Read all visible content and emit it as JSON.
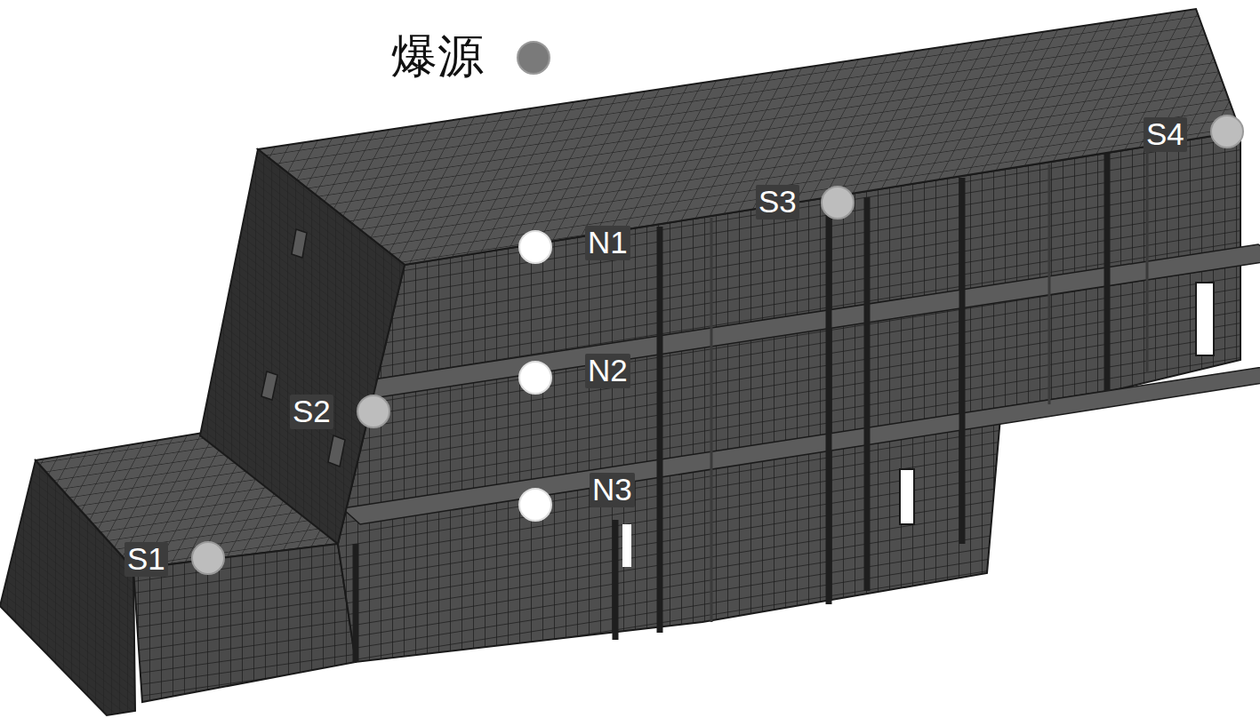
{
  "diagram": {
    "labels": [
      "爆源",
      "N1",
      "S3",
      "S4",
      "N2",
      "S2",
      "N3",
      "S1"
    ]
  }
}
